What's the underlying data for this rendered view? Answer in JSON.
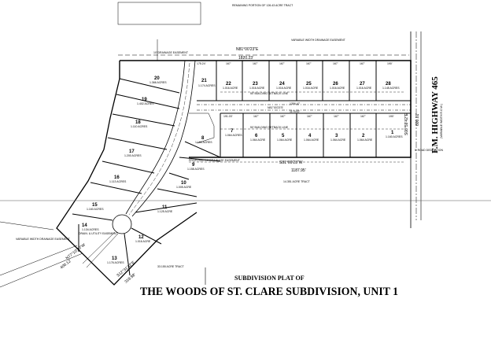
{
  "title": {
    "subtitle": "SUBDIVISION PLAT OF",
    "main": "THE WOODS OF ST. CLARE SUBDIVISION, UNIT 1"
  },
  "highway": {
    "name": "F.M. HIGHWAY 465",
    "note": "(VARIABLE WIDTH R.O.W.)"
  },
  "bearings": {
    "north_line": "N81°00'23\"E",
    "north_distance": "1820.23'",
    "middle_line": "N81°00'23\"E",
    "middle_distance_1": "1356.47'",
    "middle_distance_2": "1175.62'",
    "south_line": "S81°00'23\"W",
    "south_distance": "1187.95'",
    "east_line": "S08°59'42\"E",
    "east_distance": "600.01'",
    "southwest_line": "N77°10'30\"W",
    "southwest_distance": "400.12'",
    "south_east_line": "S12°31'32\"E",
    "south_east_distance": "318.98'"
  },
  "upper_lots": [
    {
      "number": "21",
      "acres": "1.174 ACRES",
      "frontage": "175.24'"
    },
    {
      "number": "22",
      "acres": "1.016 ACRE",
      "frontage": "167'"
    },
    {
      "number": "23",
      "acres": "1.016 ACRE",
      "frontage": "167'"
    },
    {
      "number": "24",
      "acres": "1.016 ACRE",
      "frontage": "167'"
    },
    {
      "number": "25",
      "acres": "1.016 ACRE",
      "frontage": "167'"
    },
    {
      "number": "26",
      "acres": "1.016 ACRE",
      "frontage": "167'"
    },
    {
      "number": "27",
      "acres": "1.016 ACRE",
      "frontage": "167'"
    },
    {
      "number": "28",
      "acres": "1.145 ACRES",
      "frontage": "190'"
    }
  ],
  "lower_lots": [
    {
      "number": "7",
      "acres": "1.064 ACRES",
      "frontage": "191.03'"
    },
    {
      "number": "6",
      "acres": "1.064 ACRE",
      "frontage": "167'"
    },
    {
      "number": "5",
      "acres": "1.064 ACRE",
      "frontage": "167'"
    },
    {
      "number": "4",
      "acres": "1.064 ACRE",
      "frontage": "167'"
    },
    {
      "number": "3",
      "acres": "1.064 ACRE",
      "frontage": "167'"
    },
    {
      "number": "2",
      "acres": "1.064 ACRE",
      "frontage": "167'"
    },
    {
      "number": "1",
      "acres": "1.160 ACRES",
      "frontage": "190'"
    }
  ],
  "west_lots": [
    {
      "number": "20",
      "acres": "1.366 ACRES"
    },
    {
      "number": "19",
      "acres": "1.402 ACRES"
    },
    {
      "number": "18",
      "acres": "1.110 ACRES"
    },
    {
      "number": "17",
      "acres": "1.200 ACRES"
    },
    {
      "number": "16",
      "acres": "1.113 ACRES"
    },
    {
      "number": "15",
      "acres": "1.160 ACRES"
    },
    {
      "number": "14",
      "acres": "1.134 ACRES"
    },
    {
      "number": "13",
      "acres": "1.176 ACRES"
    },
    {
      "number": "12",
      "acres": "1.016 ACRE"
    },
    {
      "number": "11",
      "acres": "1.125 ACRE"
    },
    {
      "number": "10",
      "acres": "1.005 ACRE"
    },
    {
      "number": "9",
      "acres": "1.158 ACRES"
    },
    {
      "number": "8",
      "acres": "1.166 ACRES"
    }
  ],
  "notes": {
    "building_line_upper": "50' BUILDING SETBACK LINE",
    "building_line_lower": "50' BUILDING SETBACK LINE",
    "drainage_easement": "10' DRAINAGE EASEMENT",
    "proposed_drainage": "PROPOSED 10' DRAINAGE EASEMENT",
    "drain_utility": "DRAIN. & UTILITY EASEMENT",
    "variable_drainage": "VARIABLE WIDTH DRAINAGE EASEMENT",
    "remaining_tract": "REMAINING PORTION OF 126.43 ACRE TRACT",
    "south_tract": "14.351 ACRE TRACT",
    "southeast_tract": "33.155 ACRE TRACT",
    "road_dedication": "5' ROAD DEDICATION"
  }
}
